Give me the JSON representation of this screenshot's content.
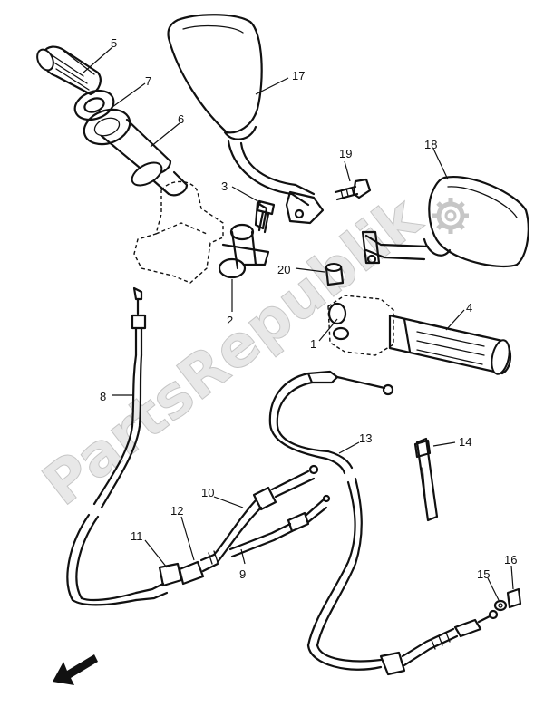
{
  "watermark": {
    "text": "PartsRepublik"
  },
  "callouts": [
    {
      "id": "c1",
      "label": "1"
    },
    {
      "id": "c2",
      "label": "2"
    },
    {
      "id": "c3",
      "label": "3"
    },
    {
      "id": "c4",
      "label": "4"
    },
    {
      "id": "c5",
      "label": "5"
    },
    {
      "id": "c6",
      "label": "6"
    },
    {
      "id": "c7",
      "label": "7"
    },
    {
      "id": "c8",
      "label": "8"
    },
    {
      "id": "c9",
      "label": "9"
    },
    {
      "id": "c10",
      "label": "10"
    },
    {
      "id": "c11",
      "label": "11"
    },
    {
      "id": "c12",
      "label": "12"
    },
    {
      "id": "c13",
      "label": "13"
    },
    {
      "id": "c14",
      "label": "14"
    },
    {
      "id": "c15",
      "label": "15"
    },
    {
      "id": "c16",
      "label": "16"
    },
    {
      "id": "c17",
      "label": "17"
    },
    {
      "id": "c18",
      "label": "18"
    },
    {
      "id": "c19",
      "label": "19"
    },
    {
      "id": "c20",
      "label": "20"
    }
  ],
  "icons": {
    "watermark_gear": "gear-icon",
    "direction": "arrow-front-icon"
  }
}
